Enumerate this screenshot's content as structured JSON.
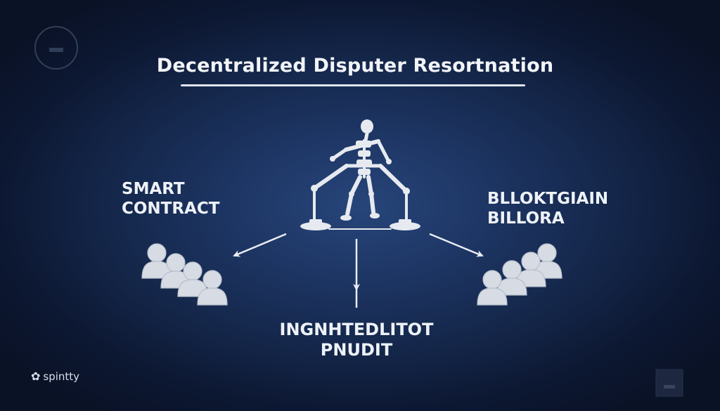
{
  "title": "Decentralized Disputer Resortnation",
  "labels": {
    "left": [
      "SMART",
      "CONTRACT"
    ],
    "right": [
      "BLLOKTGIAIN",
      "BILLORA"
    ],
    "bottom": [
      "INGNHTEDLITOT",
      "PNUDIT"
    ]
  },
  "brand": {
    "icon": "gear-icon",
    "text": "spintty"
  },
  "icons": {
    "top_left_badge": "badge-icon",
    "bottom_right_badge": "watermark-icon",
    "center_figure": "robot-figure-icon",
    "user_groups": "users-icon"
  },
  "colors": {
    "background_center": "#27457a",
    "background_edge": "#0a1226",
    "foreground": "#eef2f8",
    "icon_fill": "#d7dce4"
  }
}
